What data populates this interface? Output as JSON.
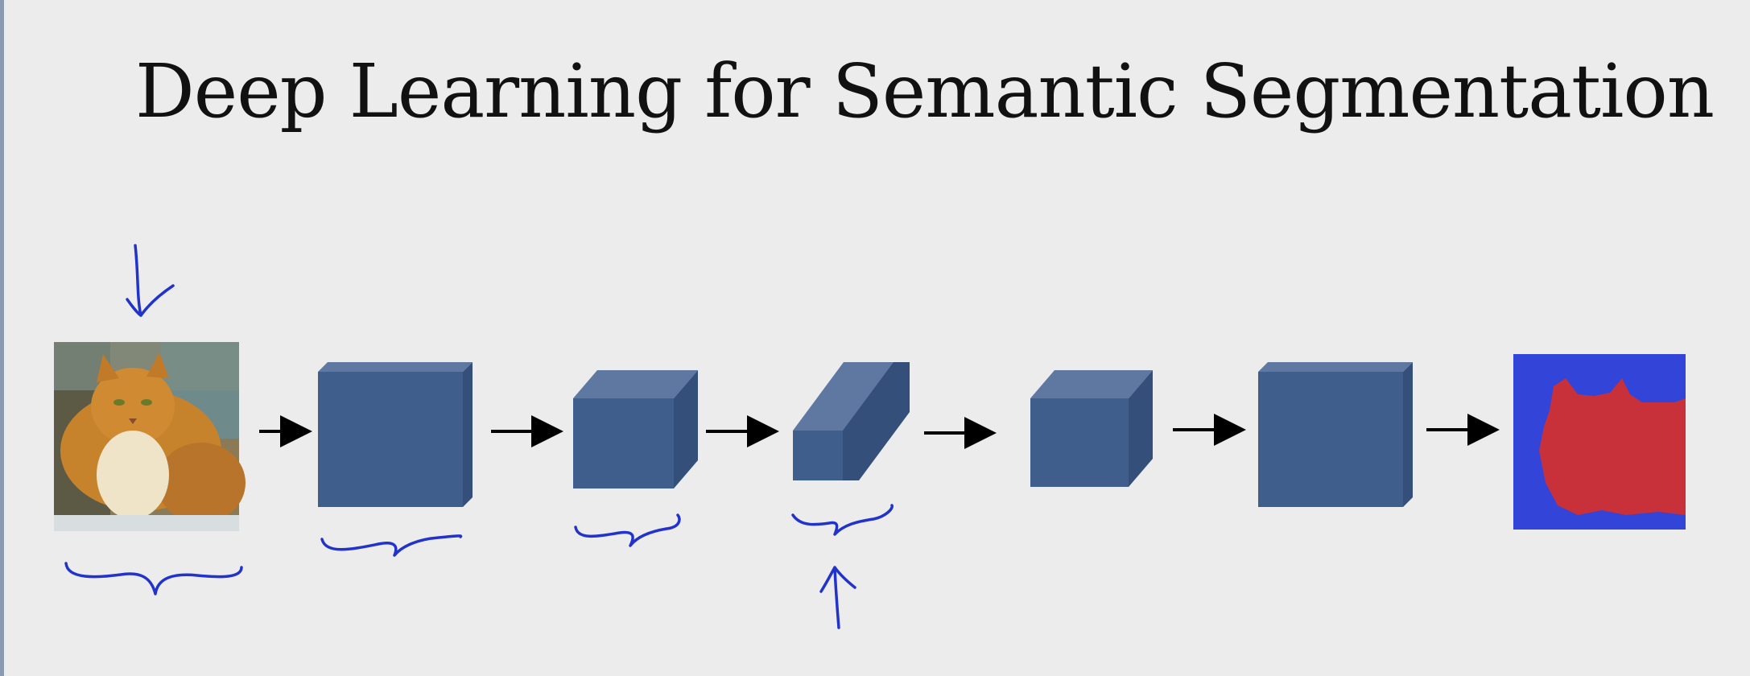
{
  "title": "Deep Learning for Semantic Segmentation",
  "colors": {
    "background": "#ececec",
    "block_front": "#405e8c",
    "block_top": "#5f78a2",
    "block_side": "#34507a",
    "arrow": "#000000",
    "annotation_ink": "#2233cc",
    "mask_background": "#3344d8",
    "mask_object": "#c8303a",
    "title_text": "#111111"
  },
  "pipeline": [
    {
      "kind": "input-image",
      "icon": "cat-photo"
    },
    {
      "kind": "feature-block"
    },
    {
      "kind": "feature-block"
    },
    {
      "kind": "feature-block"
    },
    {
      "kind": "feature-block"
    },
    {
      "kind": "feature-block"
    },
    {
      "kind": "output-mask",
      "icon": "segmentation-mask"
    }
  ],
  "annotations": [
    "down-arrow",
    "braces",
    "up-arrow"
  ]
}
